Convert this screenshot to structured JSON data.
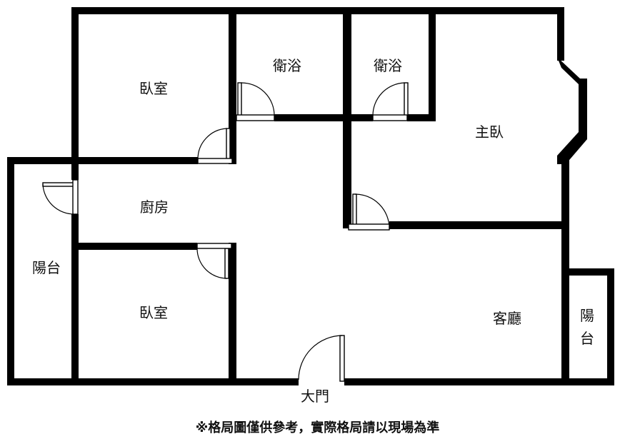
{
  "rooms": {
    "bedroom_1": "臥室",
    "bathroom_1": "衛浴",
    "bathroom_2": "衛浴",
    "master_bedroom": "主臥",
    "kitchen": "廚房",
    "balcony_left": "陽台",
    "bedroom_2": "臥室",
    "living_room": "客廳",
    "balcony_right_line1": "陽",
    "balcony_right_line2": "台"
  },
  "entrance_label": "大門",
  "disclaimer": "※格局圖僅供參考，實際格局請以現場為準"
}
